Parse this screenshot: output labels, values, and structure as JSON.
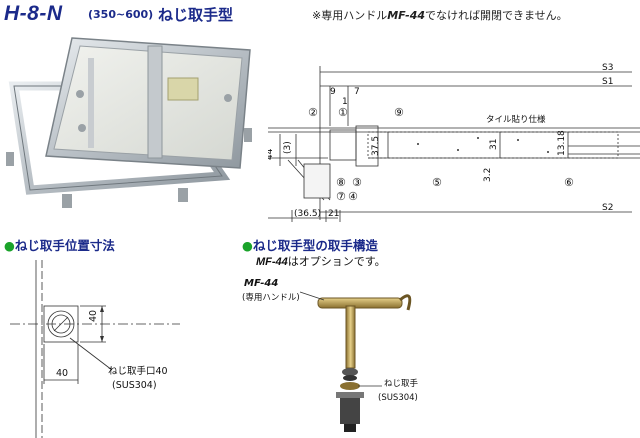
{
  "header": {
    "model": "H-8-N",
    "size_range": "(350~600)",
    "type_name": "ねじ取手型",
    "note_prefix": "※専用ハンドル",
    "note_model": "MF-44",
    "note_suffix": "でなければ開閉できません。"
  },
  "section_dims": {
    "bullet": "●",
    "title": "ねじ取手位置寸法",
    "dim_40_vertical": "40",
    "dim_40_horizontal": "40",
    "hole_label": "ねじ取手口40",
    "hole_material": "(SUS304)"
  },
  "section_structure": {
    "bullet": "●",
    "title": "ねじ取手型の取手構造",
    "option_model": "MF-44",
    "option_text": "はオプションです。",
    "handle_model": "MF-44",
    "handle_label": "(専用ハンドル)",
    "screw_label": "ねじ取手",
    "screw_material": "(SUS304)"
  },
  "section_drawing": {
    "dims": {
      "s3": "S3",
      "s1": "S1",
      "s2": "S2",
      "d9": "9",
      "d1": "1",
      "d7": "7",
      "d44": "44",
      "d3": "(3)",
      "d375": "37.5",
      "d31": "31",
      "d32": "3.2",
      "d1318": "13.18",
      "d365": "(36.5)",
      "d21": "21"
    },
    "tile_note": "タイル貼り仕様",
    "callouts": [
      "①",
      "②",
      "③",
      "④",
      "⑤",
      "⑥",
      "⑦",
      "⑧",
      "⑨"
    ]
  }
}
